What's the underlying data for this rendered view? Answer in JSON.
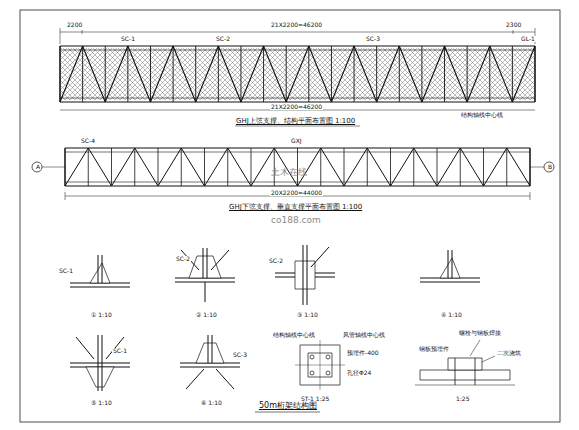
{
  "diagram": {
    "title": "50m桁架结构图",
    "labels": [
      "GHJ上弦支撑、结构平面布置图 1:100",
      "GHJ下弦支撑、垂直支撑平面布置图 1:100",
      "2200",
      "21X2200=46200",
      "2300",
      "SC-1",
      "SC-2",
      "SC-3",
      "GL-1",
      "21X2200=46200",
      "结构轴线中心线",
      "GXJ",
      "20X2200=44000",
      "SC-4",
      "A",
      "B",
      "① 1:10",
      "② 1:10",
      "③ 1:10",
      "④ 1:10",
      "⑤ 1:10",
      "⑥ 1:10",
      "ST-1 1:25",
      "1:25",
      "SC-1",
      "SC-2",
      "SC-2",
      "SC-1",
      "SC-3",
      "结构轴线中心线",
      "风管轴线中心线",
      "预埋件-400",
      "孔径Φ24",
      "螺栓与钢板焊接",
      "钢板预埋件",
      "二次浇筑",
      "土木在线",
      "co188.com"
    ]
  }
}
